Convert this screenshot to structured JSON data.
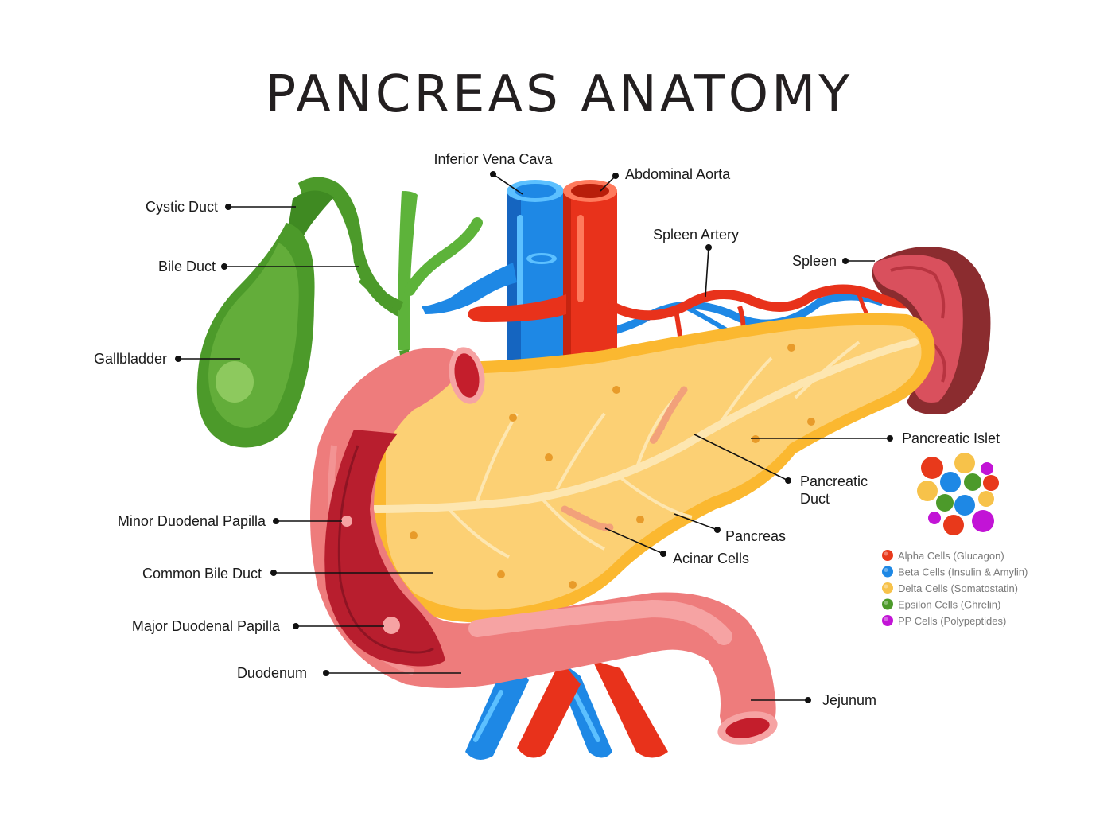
{
  "title": "PANCREAS ANATOMY",
  "labels": {
    "inferior_vena_cava": "Inferior Vena Cava",
    "abdominal_aorta": "Abdominal Aorta",
    "spleen_artery": "Spleen Artery",
    "spleen": "Spleen",
    "cystic_duct": "Cystic Duct",
    "bile_duct": "Bile Duct",
    "gallbladder": "Gallbladder",
    "pancreatic_islet": "Pancreatic Islet",
    "pancreatic_duct_1": "Pancreatic",
    "pancreatic_duct_2": "Duct",
    "pancreas": "Pancreas",
    "acinar_cells": "Acinar Cells",
    "minor_duodenal_papilla": "Minor Duodenal Papilla",
    "common_bile_duct": "Common Bile Duct",
    "major_duodenal_papilla": "Major Duodenal Papilla",
    "duodenum": "Duodenum",
    "jejunum": "Jejunum"
  },
  "legend": [
    {
      "label": "Alpha Cells (Glucagon)",
      "color": "#e8391b"
    },
    {
      "label": "Beta Cells (Insulin & Amylin)",
      "color": "#1e88e5"
    },
    {
      "label": "Delta Cells (Somatostatin)",
      "color": "#f7c24a"
    },
    {
      "label": "Epsilon Cells (Ghrelin)",
      "color": "#4c9a2a"
    },
    {
      "label": "PP Cells (Polypeptides)",
      "color": "#c214d6"
    }
  ],
  "colors": {
    "vein_blue": "#1e88e5",
    "artery_red": "#e8321b",
    "gallbladder_green": "#4c9a2a",
    "pancreas_yellow": "#fbc640",
    "intestine_pink": "#ee7c7c",
    "spleen_maroon": "#8b2c2f"
  }
}
